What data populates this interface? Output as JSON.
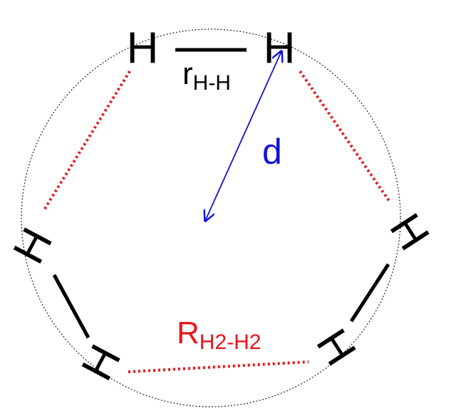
{
  "atoms": {
    "top_left": "H",
    "top_right": "H",
    "left_upper": "H",
    "left_lower": "H",
    "right_upper": "H",
    "right_lower": "H"
  },
  "labels": {
    "bond_length": {
      "main": "r",
      "sub": "H-H"
    },
    "distance": "d",
    "intermolecular": {
      "main": "R",
      "sub": "H2-H2"
    }
  },
  "colors": {
    "bond": "#000000",
    "intermolecular": "#e8161c",
    "distance": "#1010e0",
    "circle": "#333333"
  }
}
